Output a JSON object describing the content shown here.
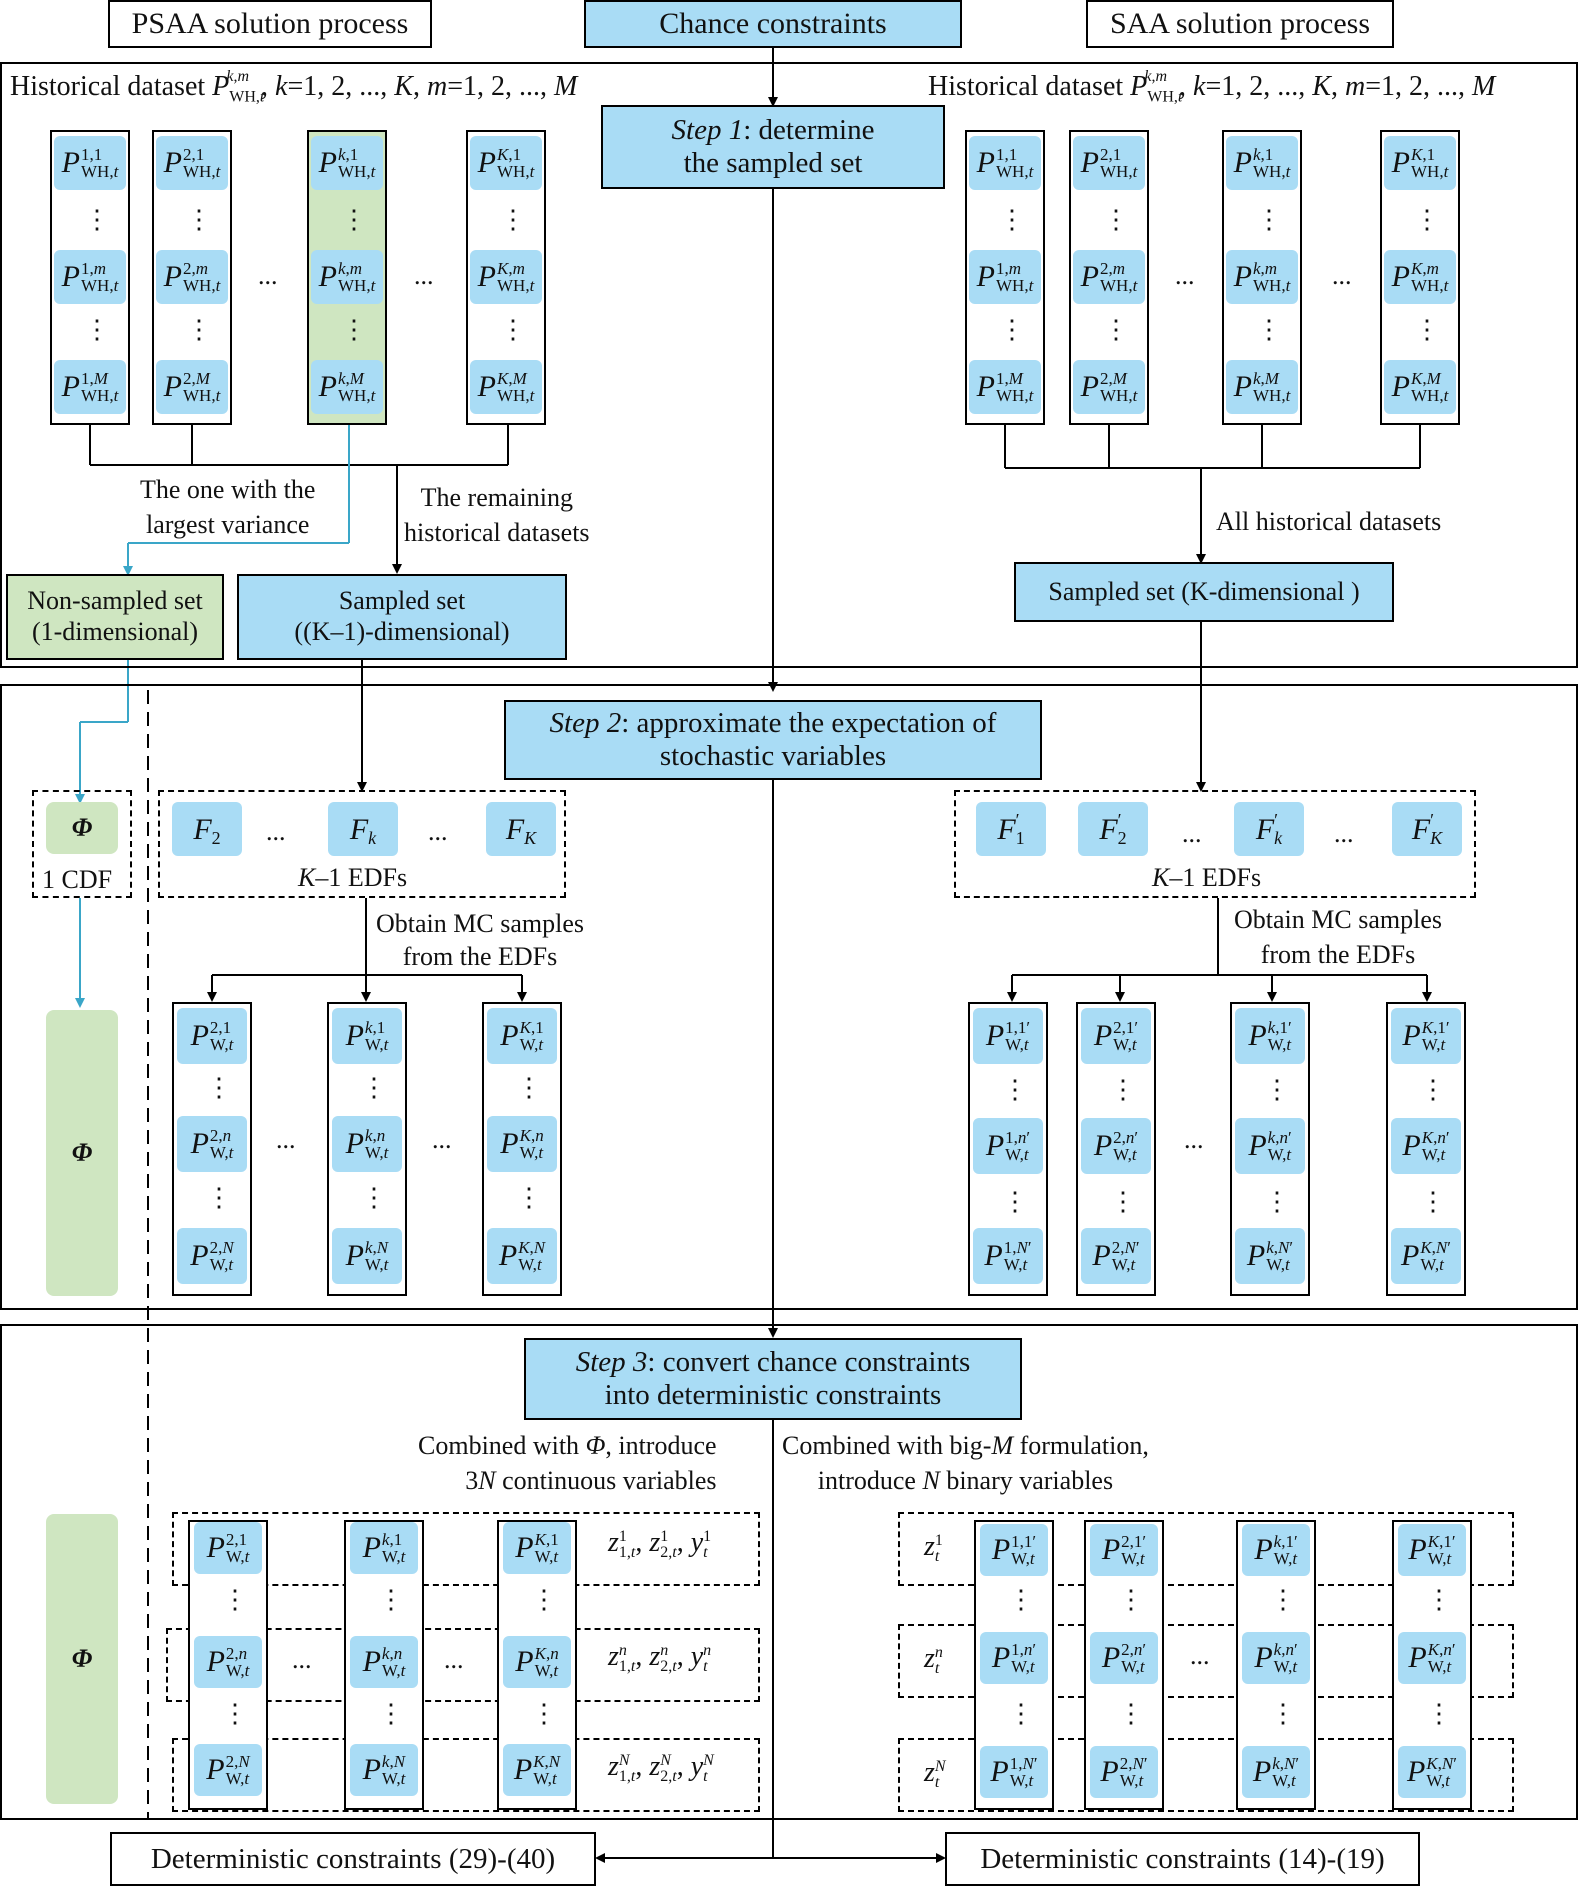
{
  "headers": {
    "psaa": "PSAA solution process",
    "chance": "Chance constraints",
    "saa": "SAA solution process"
  },
  "step1": {
    "label": "Step 1",
    "rest": ": determine",
    "line2": "the sampled set"
  },
  "step2": {
    "label": "Step 2",
    "rest": ": approximate the expectation of",
    "line2": "stochastic variables"
  },
  "step3": {
    "label": "Step 3",
    "rest": ": convert chance constraints",
    "line2": "into deterministic constraints"
  },
  "historical_dataset_label": "Historical dataset P_WH,t^k,m, k=1, 2, ..., K, m=1, 2, ..., M",
  "psaa": {
    "largest_variance_note": [
      "The one with the",
      "largest variance"
    ],
    "remaining_note": [
      "The remaining",
      "historical datasets"
    ],
    "non_sampled_set": [
      "Non-sampled set",
      "(1-dimensional)"
    ],
    "sampled_set": [
      "Sampled set",
      "((K–1)-dimensional)"
    ],
    "cdf_label": "1 CDF",
    "phi": "Φ",
    "edf_count_label": "K–1 EDFs",
    "edf_items": [
      "F2",
      "...",
      "Fk",
      "...",
      "FK"
    ],
    "mc_note": [
      "Obtain MC samples",
      "from the EDFs"
    ],
    "combined_note": [
      "Combined with Φ, introduce",
      "3N continuous variables"
    ]
  },
  "saa": {
    "all_datasets_note": "All historical datasets",
    "sampled_set": "Sampled set (K-dimensional )",
    "edf_count_label": "K–1 EDFs",
    "edf_items": [
      "F'1",
      "F'2",
      "...",
      "F'k",
      "...",
      "F'K"
    ],
    "mc_note": [
      "Obtain MC samples",
      "from the EDFs"
    ],
    "combined_note": [
      "Combined with big-M formulation,",
      "introduce N binary variables"
    ]
  },
  "ellipsis": "...",
  "vdots": "⋮",
  "bottom": {
    "left": "Deterministic constraints (29)-(40)",
    "right": "Deterministic constraints (14)-(19)"
  },
  "colors": {
    "blue": "#a9dcf5",
    "green": "#cfe6c1",
    "teal_arrow": "#3aa6c8"
  }
}
